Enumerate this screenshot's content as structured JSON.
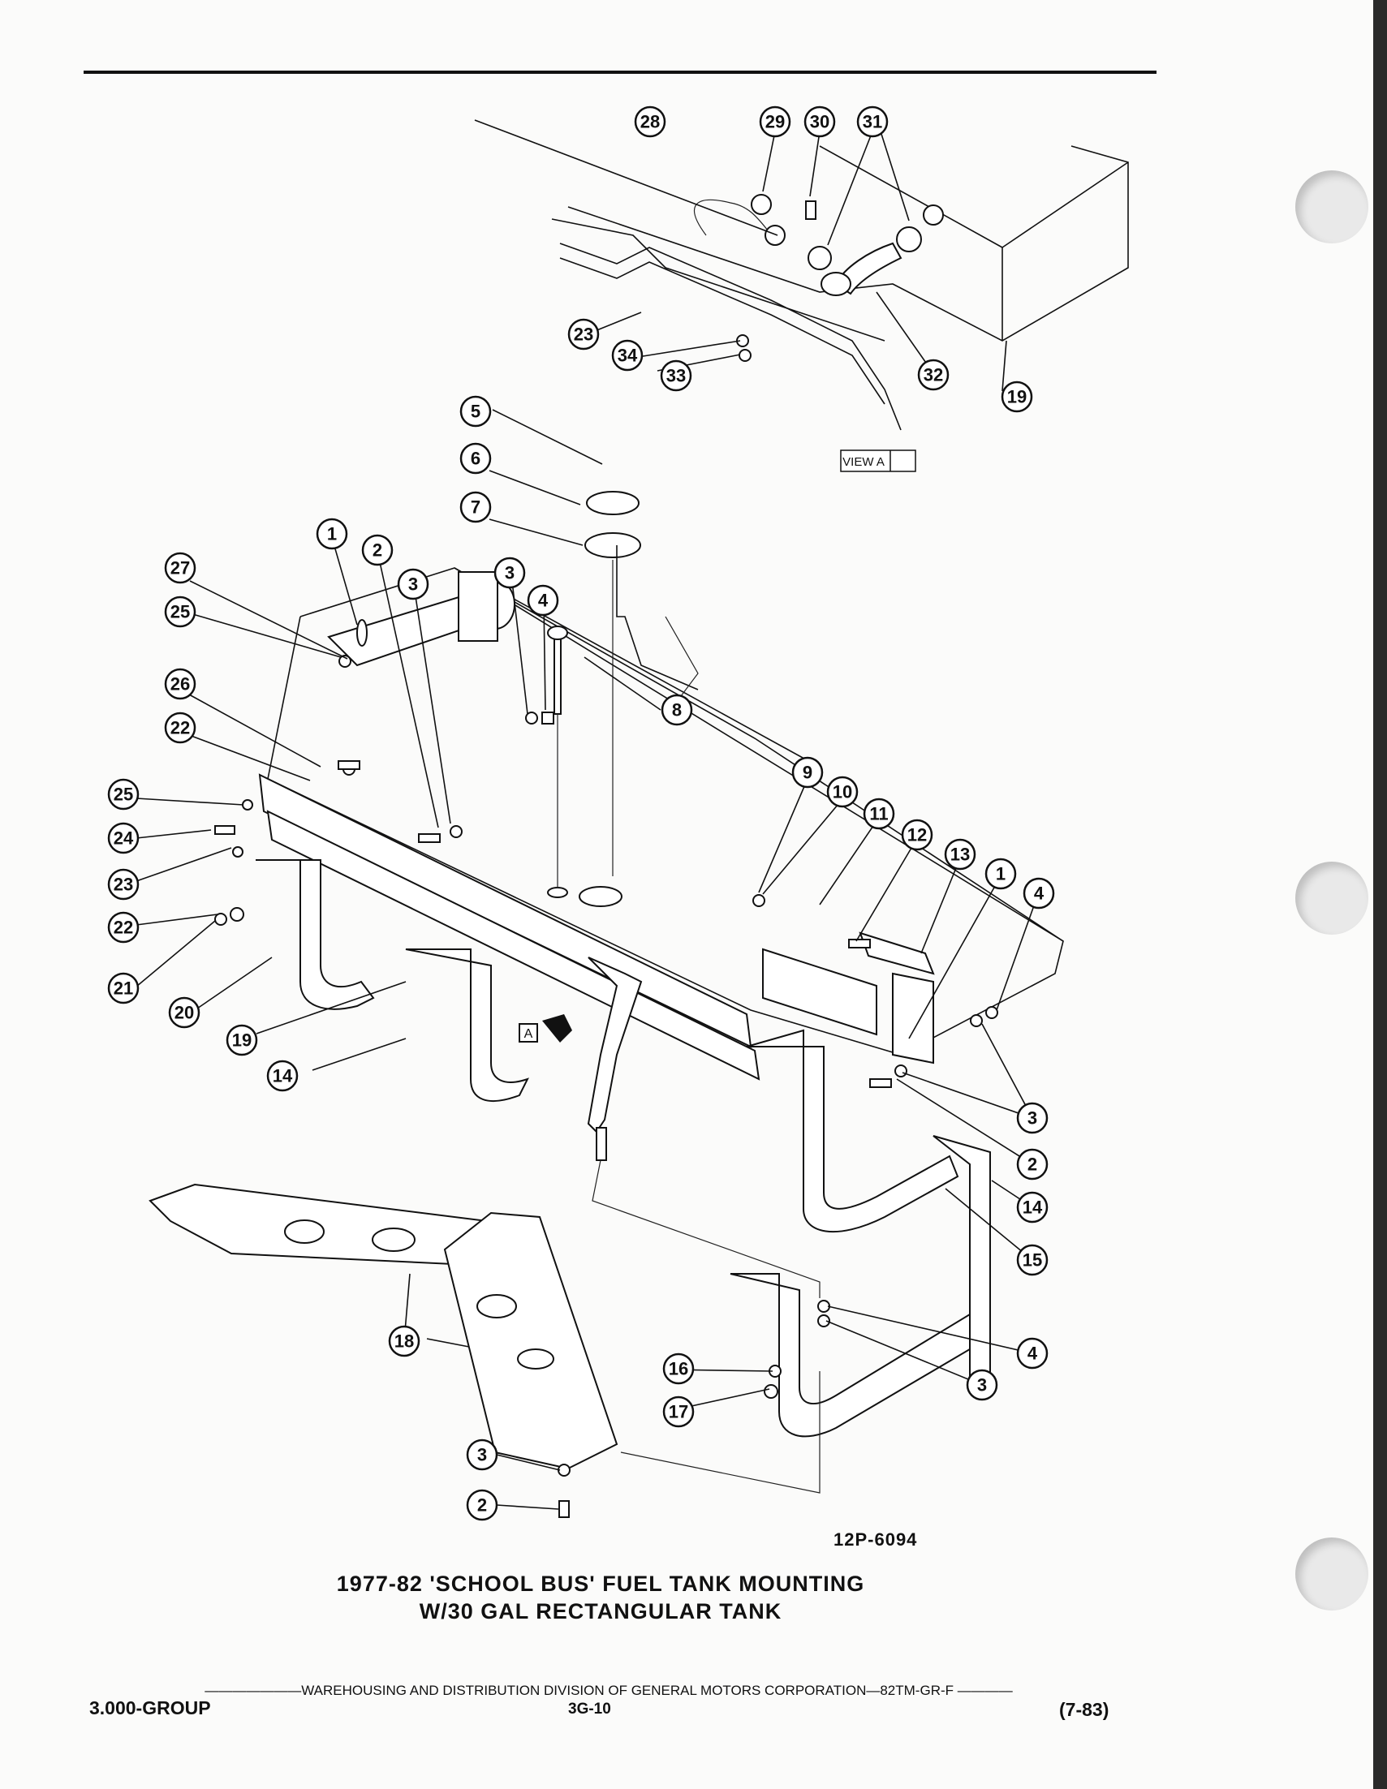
{
  "diagram": {
    "view_label": "VIEW A",
    "view_marker": "A",
    "callouts": {
      "c1": "1",
      "c2": "2",
      "c3": "3",
      "c4": "4",
      "c5": "5",
      "c6": "6",
      "c7": "7",
      "c8": "8",
      "c9": "9",
      "c10": "10",
      "c11": "11",
      "c12": "12",
      "c13": "13",
      "c14": "14",
      "c15": "15",
      "c16": "16",
      "c17": "17",
      "c18": "18",
      "c19": "19",
      "c20": "20",
      "c21": "21",
      "c22": "22",
      "c23": "23",
      "c24": "24",
      "c25": "25",
      "c26": "26",
      "c27": "27",
      "c28": "28",
      "c29": "29",
      "c30": "30",
      "c31": "31",
      "c32": "32",
      "c33": "33",
      "c34": "34"
    }
  },
  "figure_number": "12P-6094",
  "title": {
    "line1": "1977-82 'SCHOOL BUS' FUEL TANK MOUNTING",
    "line2": "W/30 GAL RECTANGULAR TANK"
  },
  "footer": {
    "division_line": "———————WAREHOUSING AND DISTRIBUTION DIVISION OF GENERAL MOTORS CORPORATION—82TM-GR-F ————",
    "group": "3.000-GROUP",
    "page": "3G-10",
    "date": "(7-83)"
  }
}
